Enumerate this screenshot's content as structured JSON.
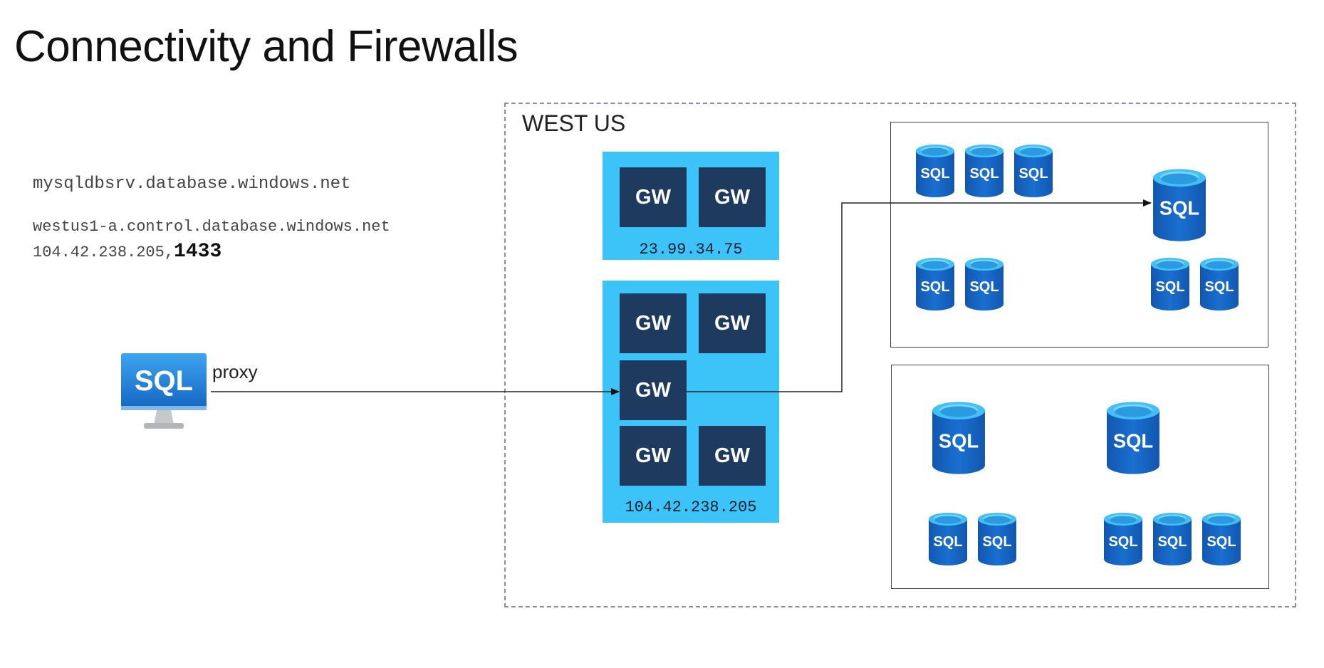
{
  "title": "Connectivity and Firewalls",
  "client": {
    "dns_name": "mysqldbsrv.database.windows.net",
    "control_host": "westus1-a.control.database.windows.net",
    "ip": "104.42.238.205,",
    "port": "1433",
    "icon_label": "SQL",
    "connection_label": "proxy"
  },
  "region": {
    "label": "WEST US",
    "gateway_groups": [
      {
        "ip": "23.99.34.75",
        "gateways": [
          "GW",
          "GW"
        ]
      },
      {
        "ip": "104.42.238.205",
        "gateways": [
          "GW",
          "GW",
          "GW",
          "GW",
          "GW"
        ]
      }
    ]
  },
  "database_icon_label": "SQL",
  "colors": {
    "gateway_panel": "#3cc3f7",
    "gateway_box": "#1e3a5f",
    "sql_blue": "#1a6fd0",
    "sql_light": "#43bff5"
  }
}
